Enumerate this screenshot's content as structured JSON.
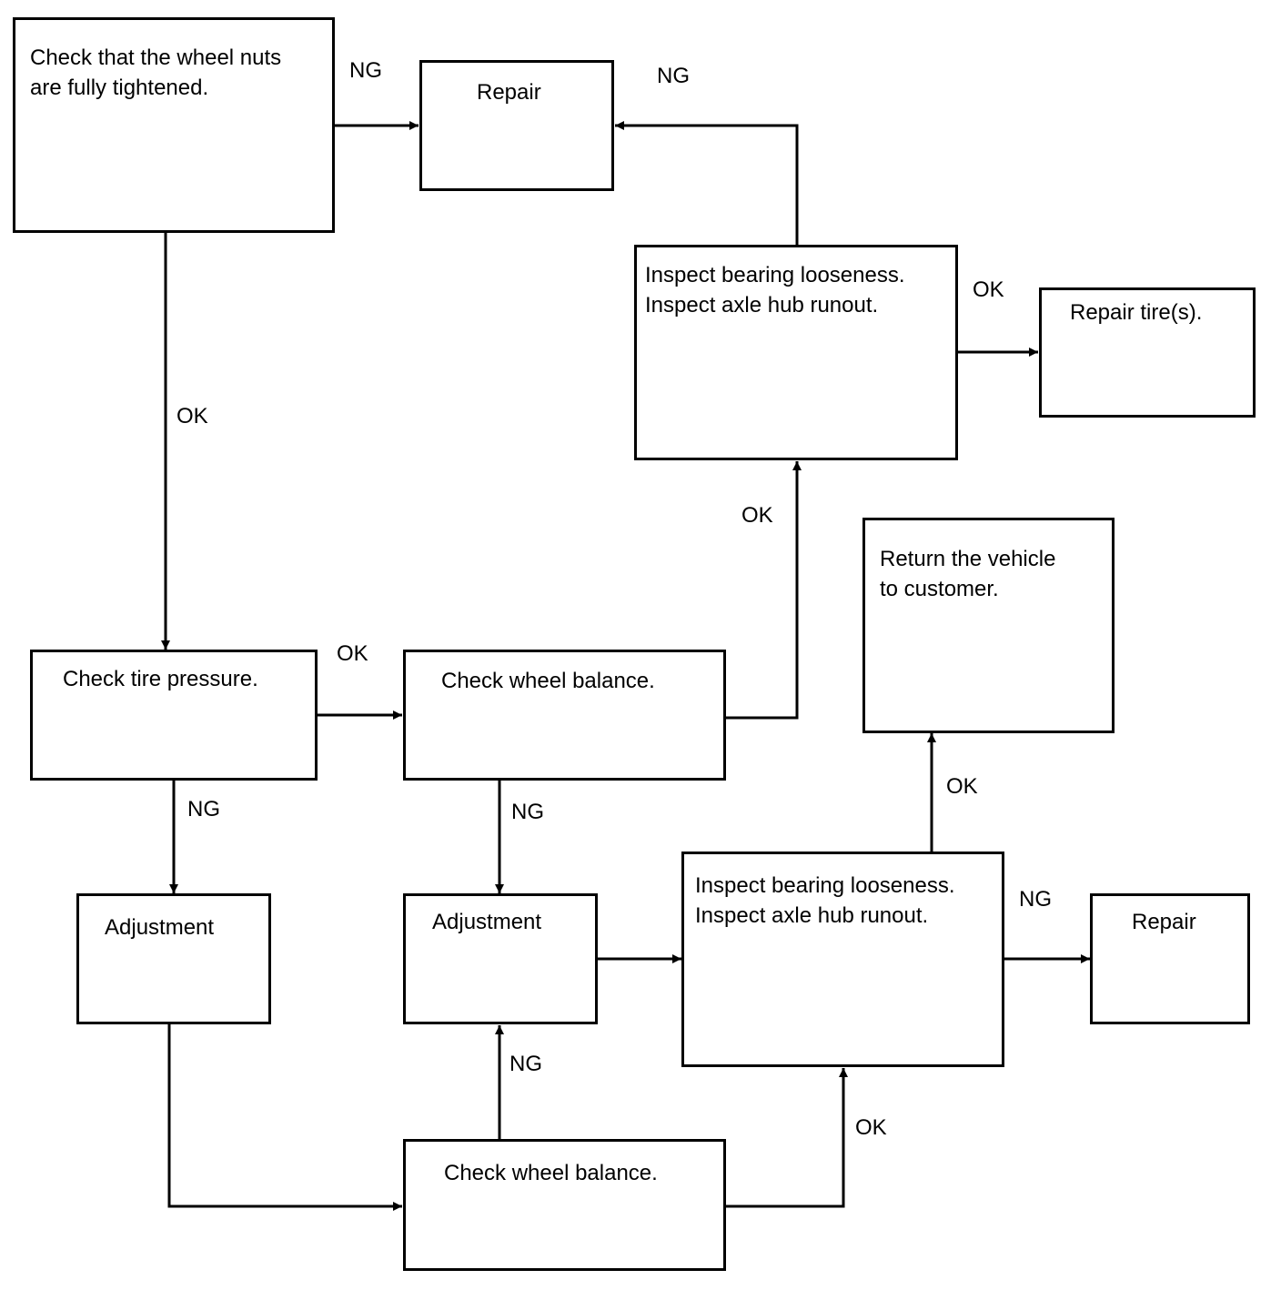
{
  "boxes": {
    "check_nuts": "Check that the wheel nuts\nare fully tightened.",
    "repair_top": "Repair",
    "inspect_top": "Inspect bearing looseness.\nInspect axle hub runout.",
    "repair_tires": "Repair tire(s).",
    "return_vehicle": "Return the vehicle\nto customer.",
    "check_pressure": "Check tire pressure.",
    "check_balance_1": "Check wheel balance.",
    "adjustment_left": "Adjustment",
    "adjustment_mid": "Adjustment",
    "inspect_bottom": "Inspect bearing looseness.\nInspect axle hub runout.",
    "repair_bottom": "Repair",
    "check_balance_2": "Check wheel balance."
  },
  "labels": {
    "ng_nuts": "NG",
    "ng_inspect_top": "NG",
    "ok_nuts": "OK",
    "ok_inspect_top": "OK",
    "ok_balance_1": "OK",
    "ok_pressure": "OK",
    "ng_pressure": "NG",
    "ng_balance_1": "NG",
    "ok_inspect_bottom": "OK",
    "ng_inspect_bottom": "NG",
    "ng_balance_2": "NG",
    "ok_balance_2": "OK"
  }
}
